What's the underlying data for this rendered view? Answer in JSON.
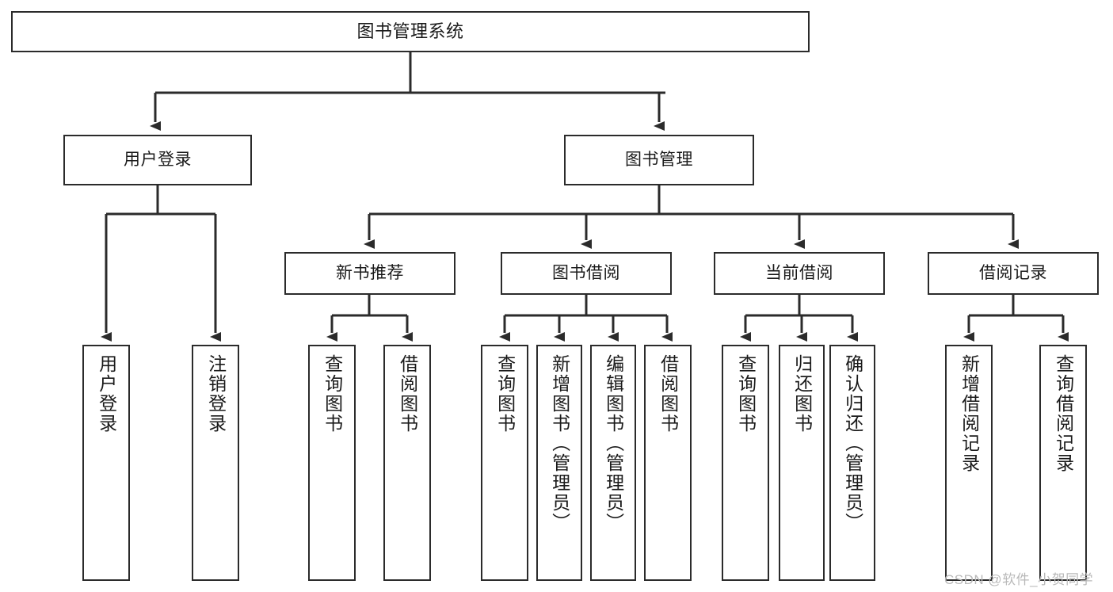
{
  "diagram": {
    "type": "hierarchy-tree",
    "title": "图书管理系统",
    "watermark": "CSDN @软件_小贺同学",
    "stroke_color": "#2b2b2b",
    "background_color": "#ffffff",
    "nodes": {
      "root": {
        "label": "图书管理系统"
      },
      "level1": [
        {
          "id": "user-login",
          "label": "用户登录"
        },
        {
          "id": "book-manage",
          "label": "图书管理"
        }
      ],
      "level2": [
        {
          "id": "new-book-recommend",
          "label": "新书推荐"
        },
        {
          "id": "book-borrow",
          "label": "图书借阅"
        },
        {
          "id": "current-borrow",
          "label": "当前借阅"
        },
        {
          "id": "borrow-record",
          "label": "借阅记录"
        }
      ],
      "leaves": {
        "user_login": [
          {
            "id": "leaf-user-login",
            "label": "用户登录"
          },
          {
            "id": "leaf-logout-login",
            "label": "注销登录"
          }
        ],
        "new_book_recommend": [
          {
            "id": "leaf-query-book-1",
            "label": "查询图书"
          },
          {
            "id": "leaf-borrow-book-1",
            "label": "借阅图书"
          }
        ],
        "book_borrow": [
          {
            "id": "leaf-query-book-2",
            "label": "查询图书"
          },
          {
            "id": "leaf-add-book-admin",
            "label": "新增图书（管理员）"
          },
          {
            "id": "leaf-edit-book-admin",
            "label": "编辑图书（管理员）"
          },
          {
            "id": "leaf-borrow-book-2",
            "label": "借阅图书"
          }
        ],
        "current_borrow": [
          {
            "id": "leaf-query-book-3",
            "label": "查询图书"
          },
          {
            "id": "leaf-return-book",
            "label": "归还图书"
          },
          {
            "id": "leaf-confirm-return-admin",
            "label": "确认归还（管理员）"
          }
        ],
        "borrow_record": [
          {
            "id": "leaf-add-borrow-record",
            "label": "新增借阅记录"
          },
          {
            "id": "leaf-query-borrow-record",
            "label": "查询借阅记录"
          }
        ]
      }
    }
  }
}
